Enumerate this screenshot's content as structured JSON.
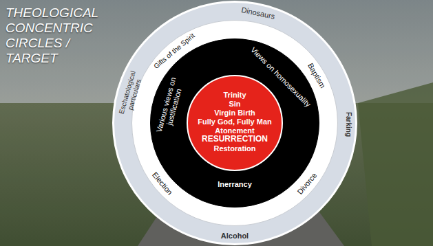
{
  "diagram": {
    "title": "THEOLOGICAL CONCENTRIC CIRCLES / TARGET",
    "nodes": [
      {
        "text": [
          "Dinosaurs",
          "Eschatological particulars",
          "Farking",
          "Alcohol"
        ]
      },
      {
        "text": [
          "Gifts of the Spirit",
          "Baptism",
          "Election",
          "Divorce"
        ],
        "in": 0
      },
      {
        "text": [
          "Various views on justification",
          "Views on homosexuality",
          "Inerrancy"
        ],
        "in": 1
      },
      {
        "text": [
          "Trinity",
          "Sin",
          "Virgin Birth",
          "Fully God, Fully Man",
          "Atonement",
          "RESURRECTION",
          "Restoration"
        ],
        "in": 2
      }
    ]
  }
}
